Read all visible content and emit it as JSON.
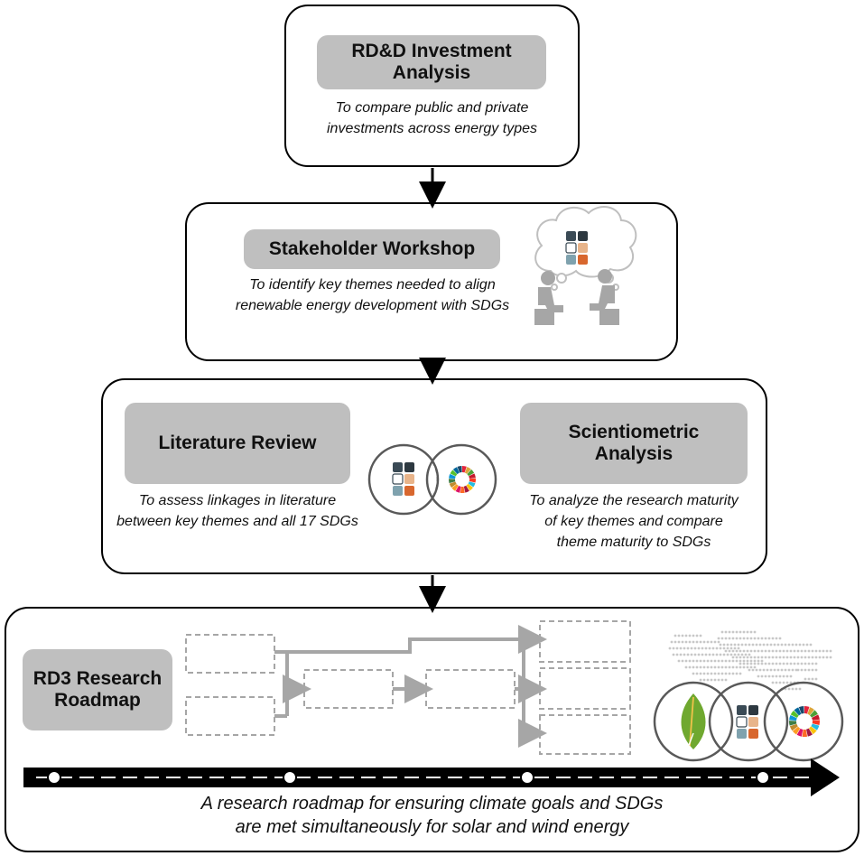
{
  "steps": [
    {
      "title": "RD&D Investment\nAnalysis",
      "description": "To compare public and private\ninvestments across energy types"
    },
    {
      "title": "Stakeholder Workshop",
      "description": "To identify key themes needed to align\nrenewable energy development with SDGs"
    },
    {
      "left_title": "Literature Review",
      "left_description": "To assess linkages in literature\nbetween key themes and all 17 SDGs",
      "right_title": "Scientiometric\nAnalysis",
      "right_description": "To analyze the research maturity\nof key themes and compare\ntheme maturity to SDGs"
    },
    {
      "title": "RD3 Research\nRoadmap",
      "caption": "A research roadmap for ensuring climate goals and SDGs\nare met simultaneously for solar and wind energy"
    }
  ],
  "colors": {
    "pill": "#bfbfbf",
    "border": "#000000",
    "dashed": "#a6a6a6",
    "theme_tiles": [
      "#3a4a55",
      "#2d3840",
      "#ffffff",
      "#e8b48a",
      "#7fa2ae",
      "#d8672e"
    ],
    "leaf": "#6fa82f",
    "sdg_wheel": [
      "#e5243b",
      "#dda63a",
      "#4c9f38",
      "#c5192d",
      "#ff3a21",
      "#26bde2",
      "#fcc30b",
      "#a21942",
      "#fd6925",
      "#dd1367",
      "#fd9d24",
      "#bf8b2e",
      "#3f7e44",
      "#0a97d9",
      "#56c02b",
      "#00689d",
      "#19486a"
    ]
  },
  "icons": [
    "arrow-down-icon",
    "thought-cloud-icon",
    "people-meeting-icon",
    "theme-grid-icon",
    "sdg-wheel-icon",
    "leaf-icon",
    "world-map-icon",
    "timeline-arrow-icon"
  ]
}
